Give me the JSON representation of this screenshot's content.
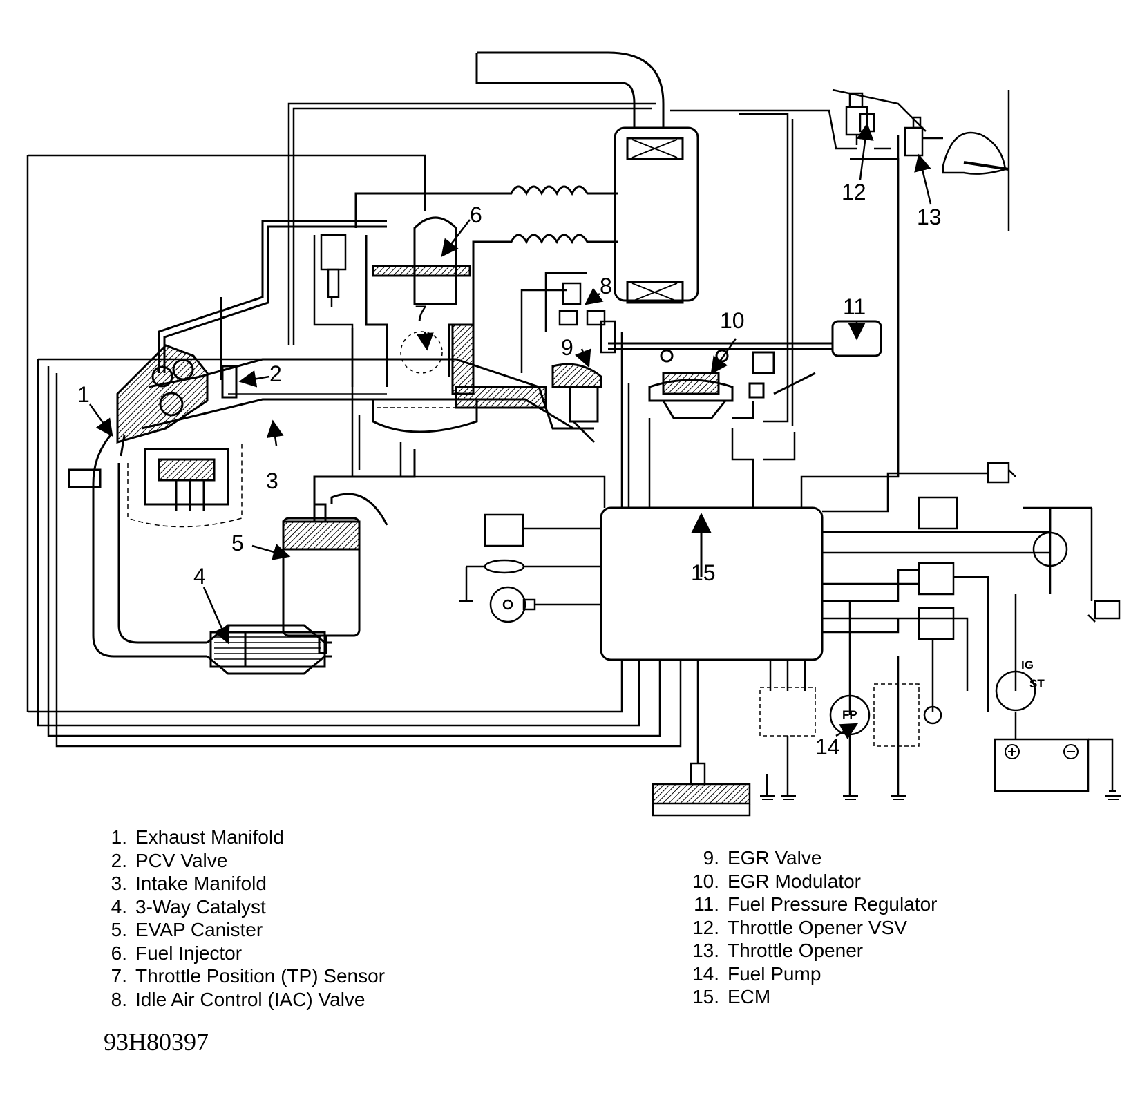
{
  "figure_id": "93H80397",
  "callouts": [
    "1",
    "2",
    "3",
    "4",
    "5",
    "6",
    "7",
    "8",
    "9",
    "10",
    "11",
    "12",
    "13",
    "14",
    "15"
  ],
  "switch_labels": {
    "ig": "IG",
    "st": "ST",
    "fp": "FP"
  },
  "legend_left": [
    {
      "num": "1.",
      "label": "Exhaust Manifold"
    },
    {
      "num": "2.",
      "label": "PCV Valve"
    },
    {
      "num": "3.",
      "label": "Intake Manifold"
    },
    {
      "num": "4.",
      "label": "3-Way Catalyst"
    },
    {
      "num": "5.",
      "label": "EVAP Canister"
    },
    {
      "num": "6.",
      "label": "Fuel Injector"
    },
    {
      "num": "7.",
      "label": "Throttle Position (TP) Sensor"
    },
    {
      "num": "8.",
      "label": "Idle Air Control (IAC) Valve"
    }
  ],
  "legend_right": [
    {
      "num": "9.",
      "label": "EGR Valve"
    },
    {
      "num": "10.",
      "label": "EGR Modulator"
    },
    {
      "num": "11.",
      "label": "Fuel Pressure Regulator"
    },
    {
      "num": "12.",
      "label": "Throttle Opener VSV"
    },
    {
      "num": "13.",
      "label": "Throttle Opener"
    },
    {
      "num": "14.",
      "label": "Fuel Pump"
    },
    {
      "num": "15.",
      "label": "ECM"
    }
  ]
}
